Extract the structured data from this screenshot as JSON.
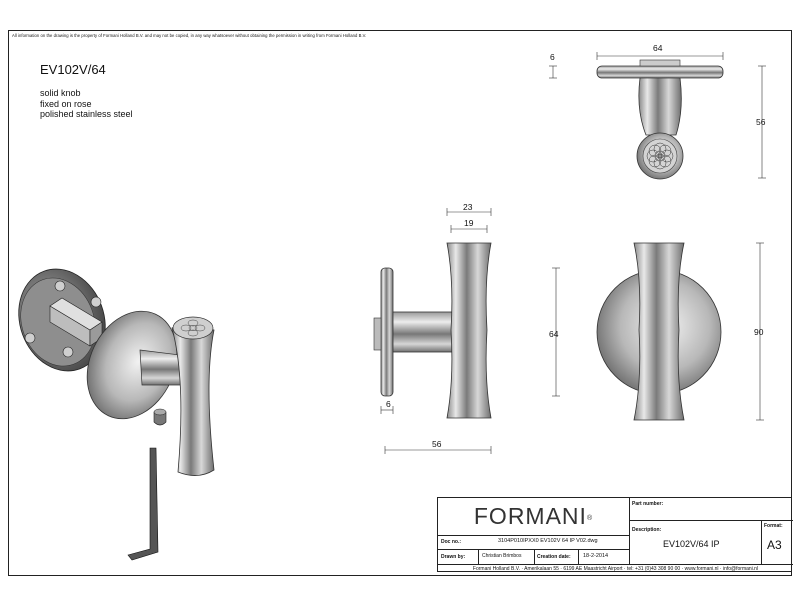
{
  "notice": "All information on the drawing is the property of Formani Holland B.V. and may not be copied, in any way whatsoever without obtaining the permission in writing from Formani Holland B.V.",
  "product": {
    "code": "EV102V/64",
    "description": [
      "solid knob",
      "fixed on rose",
      "polished stainless steel"
    ]
  },
  "dimensions": {
    "top_width": "64",
    "top_depth": "6",
    "top_height": "56",
    "side_top_outer": "23",
    "side_top_inner": "19",
    "side_height": "64",
    "side_rose": "6",
    "side_depth": "56",
    "front_height": "90"
  },
  "title_block": {
    "brand": "FORMANI",
    "brand_mark": "®",
    "part_number_label": "Part number:",
    "part_number": "",
    "description_label": "Description:",
    "description": "EV102V/64 IP",
    "format_label": "Format:",
    "format": "A3",
    "doc_label": "Doc no.:",
    "doc": "3104P010IPXX0 EV102V 64 IP V02.dwg",
    "drawn_label": "Drawn by:",
    "drawn": "Christian Brimbos",
    "creation_label": "Creation date:",
    "creation": "18-2-2014",
    "footer": "Formani Holland B.V.  ·  Amerikalaan 55  ·  6199 AE Maastricht Airport  ·  tel: +31 (0)43 308 90 00  ·  www.formani.nl  ·  info@formani.nl"
  }
}
